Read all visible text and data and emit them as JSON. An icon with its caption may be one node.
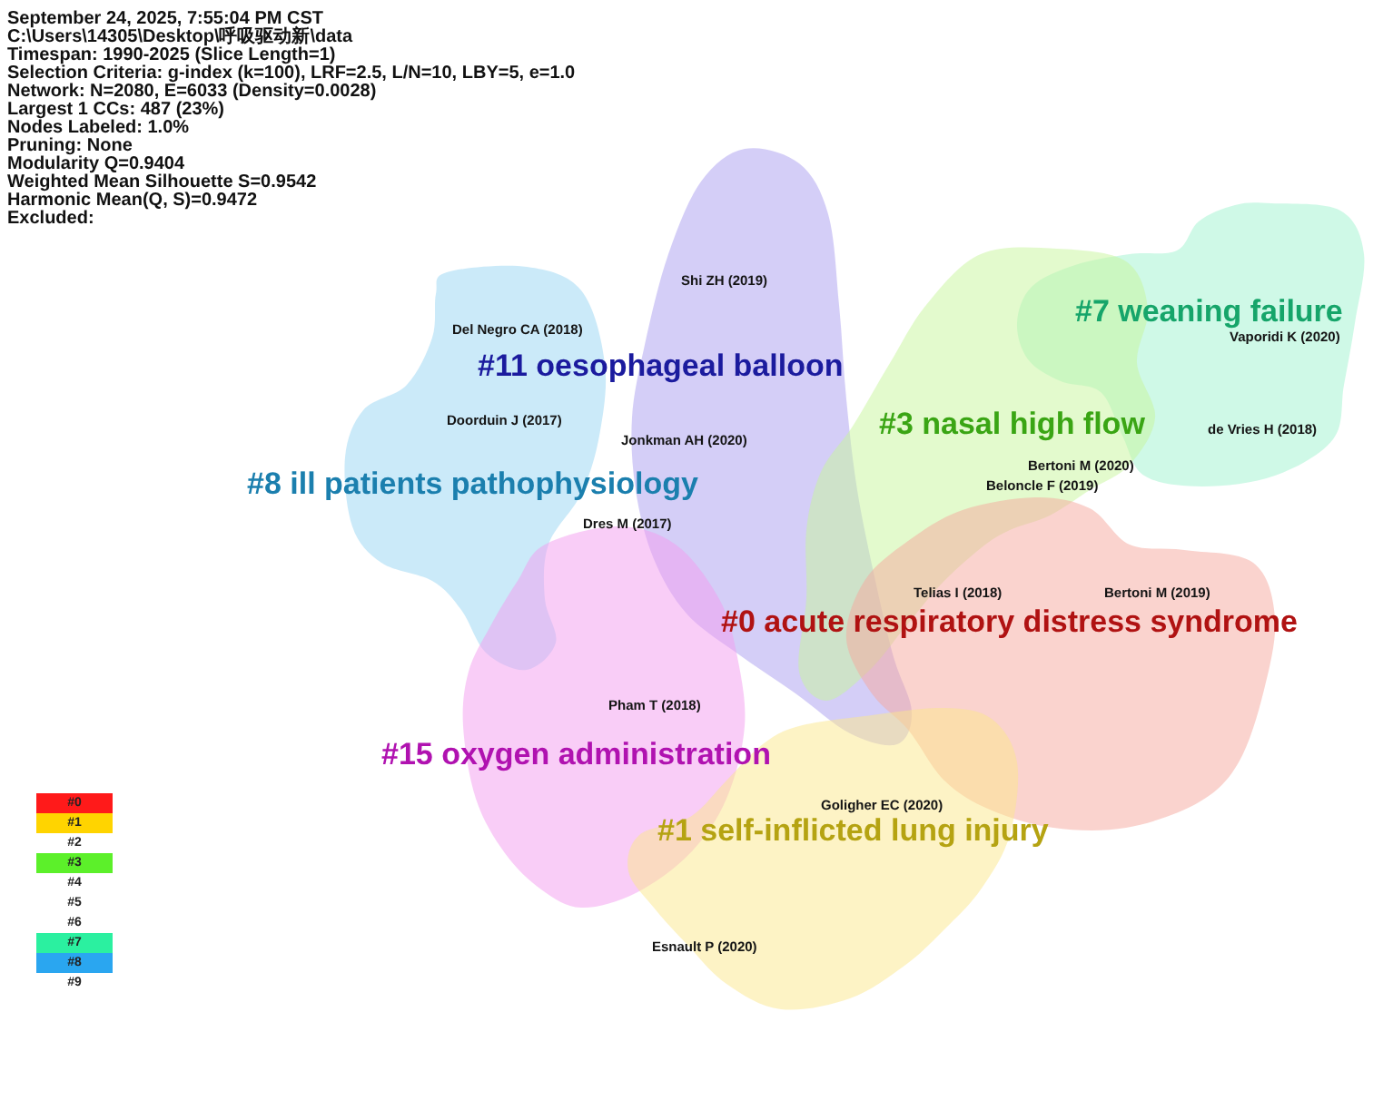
{
  "diagram": {
    "nodes": [
      {
        "text": [
          "#7 weaning failure"
        ]
      },
      {
        "text": [
          "#11 oesophageal balloon"
        ]
      },
      {
        "text": [
          "#3 nasal high flow"
        ]
      },
      {
        "text": [
          "#8 ill patients pathophysiology"
        ]
      },
      {
        "text": [
          "#0 acute respiratory distress syndrome"
        ]
      },
      {
        "text": [
          "#15 oxygen administration"
        ]
      },
      {
        "text": [
          "#1 self-inflicted lung injury"
        ]
      }
    ],
    "labels": [
      "September 24, 2025, 7:55:04 PM CST",
      "C:\\Users\\14305\\Desktop\\呼吸驱动新\\data",
      "Timespan: 1990-2025 (Slice Length=1)",
      "Selection Criteria: g-index (k=100), LRF=2.5, L/N=10, LBY=5, e=1.0",
      "Network: N=2080, E=6033 (Density=0.0028)",
      "Largest 1 CCs: 487 (23%)",
      "Nodes Labeled: 1.0%",
      "Pruning: None",
      "Modularity Q=0.9404",
      "Weighted Mean Silhouette S=0.9542",
      "Harmonic Mean(Q, S)=0.9472",
      "Excluded:",
      "Shi ZH (2019)",
      "Del Negro CA (2018)",
      "Vaporidi K (2020)",
      "Doorduin J (2017)",
      "de Vries H (2018)",
      "Jonkman AH (2020)",
      "Bertoni M (2020)",
      "Beloncle F (2019)",
      "Dres M (2017)",
      "Telias I (2018)",
      "Bertoni M (2019)",
      "Pham T (2018)",
      "Goligher EC (2020)",
      "Esnault P (2020)"
    ],
    "legend": [
      {
        "text": "#0",
        "color": "#ff1a1a"
      },
      {
        "text": "#1",
        "color": "#ffd400"
      },
      {
        "text": "#2",
        "color": "#ffffff"
      },
      {
        "text": "#3",
        "color": "#5cf02a"
      },
      {
        "text": "#4",
        "color": "#ffffff"
      },
      {
        "text": "#5",
        "color": "#ffffff"
      },
      {
        "text": "#6",
        "color": "#ffffff"
      },
      {
        "text": "#7",
        "color": "#2bf0a0"
      },
      {
        "text": "#8",
        "color": "#2aa6f0"
      },
      {
        "text": "#9",
        "color": "#ffffff"
      }
    ]
  }
}
